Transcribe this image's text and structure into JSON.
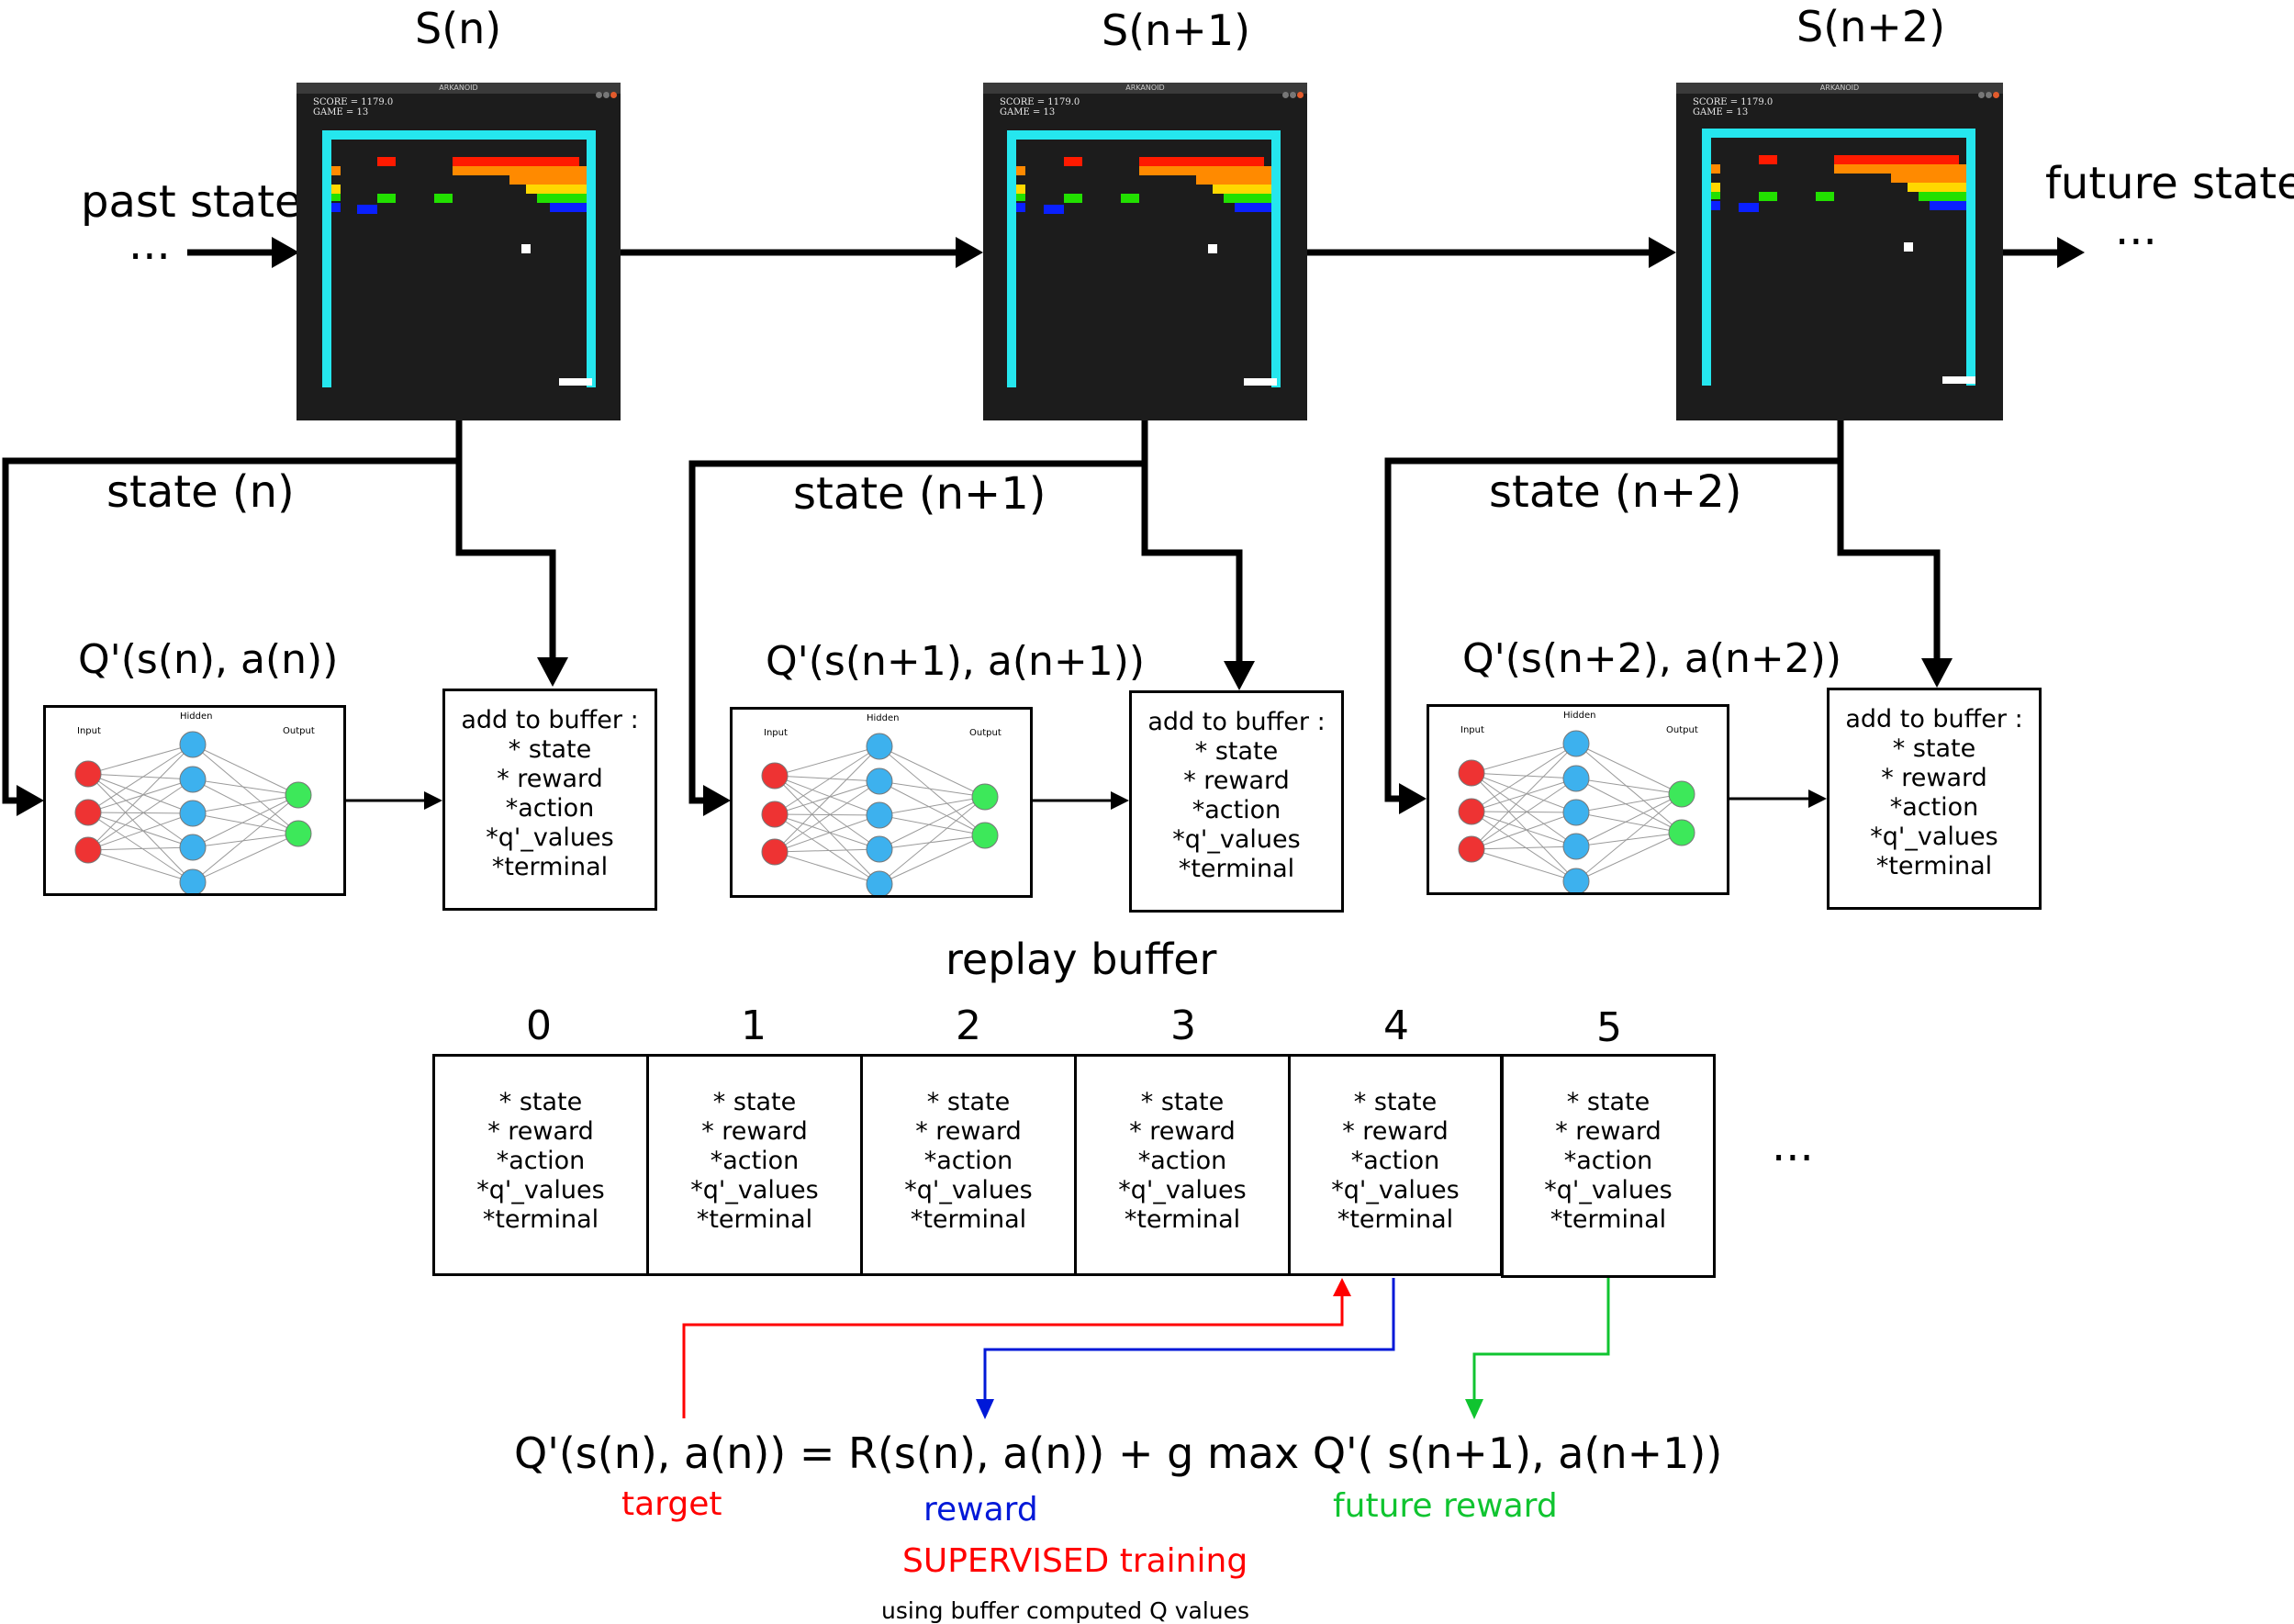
{
  "states": [
    {
      "title": "S(n)",
      "state_label": "state (n)",
      "q_label": "Q'(s(n), a(n))"
    },
    {
      "title": "S(n+1)",
      "state_label": "state (n+1)",
      "q_label": "Q'(s(n+1), a(n+1))"
    },
    {
      "title": "S(n+2)",
      "state_label": "state (n+2)",
      "q_label": "Q'(s(n+2), a(n+2))"
    }
  ],
  "game": {
    "window_title": "ARKANOID",
    "score": "SCORE = 1179.0",
    "game_no": "GAME = 13",
    "colors": {
      "wall": "#25e6ee",
      "background": "#1c1c1c",
      "red": "#ff1a00",
      "orange": "#ff8a00",
      "yellow": "#ffd800",
      "green": "#22e000",
      "blue": "#0a20ff"
    }
  },
  "past_state": {
    "label": "past state",
    "dots": "..."
  },
  "future_state": {
    "label": "future state",
    "dots": "..."
  },
  "network": {
    "input_label": "Input",
    "hidden_label": "Hidden",
    "output_label": "Output",
    "colors": {
      "input": "#ee3333",
      "hidden": "#3db1ee",
      "output": "#3de85a"
    }
  },
  "add_box": {
    "title": "add to buffer :",
    "items": [
      "* state",
      "* reward",
      "*action",
      "*q'_values",
      "*terminal"
    ]
  },
  "replay": {
    "title": "replay buffer",
    "indices": [
      "0",
      "1",
      "2",
      "3",
      "4",
      "5"
    ],
    "items": [
      "* state",
      "* reward",
      "*action",
      "*q'_values",
      "*terminal"
    ],
    "ellipsis": "..."
  },
  "equation": {
    "text": "Q'(s(n), a(n)) = R(s(n), a(n)) + g max Q'( s(n+1), a(n+1))",
    "target": "target",
    "reward": "reward",
    "future_reward": "future reward",
    "supervised": "SUPERVISED training",
    "using": "using buffer computed Q values",
    "colors": {
      "target": "#ff0000",
      "reward": "#0018d8",
      "future": "#10c430"
    }
  }
}
